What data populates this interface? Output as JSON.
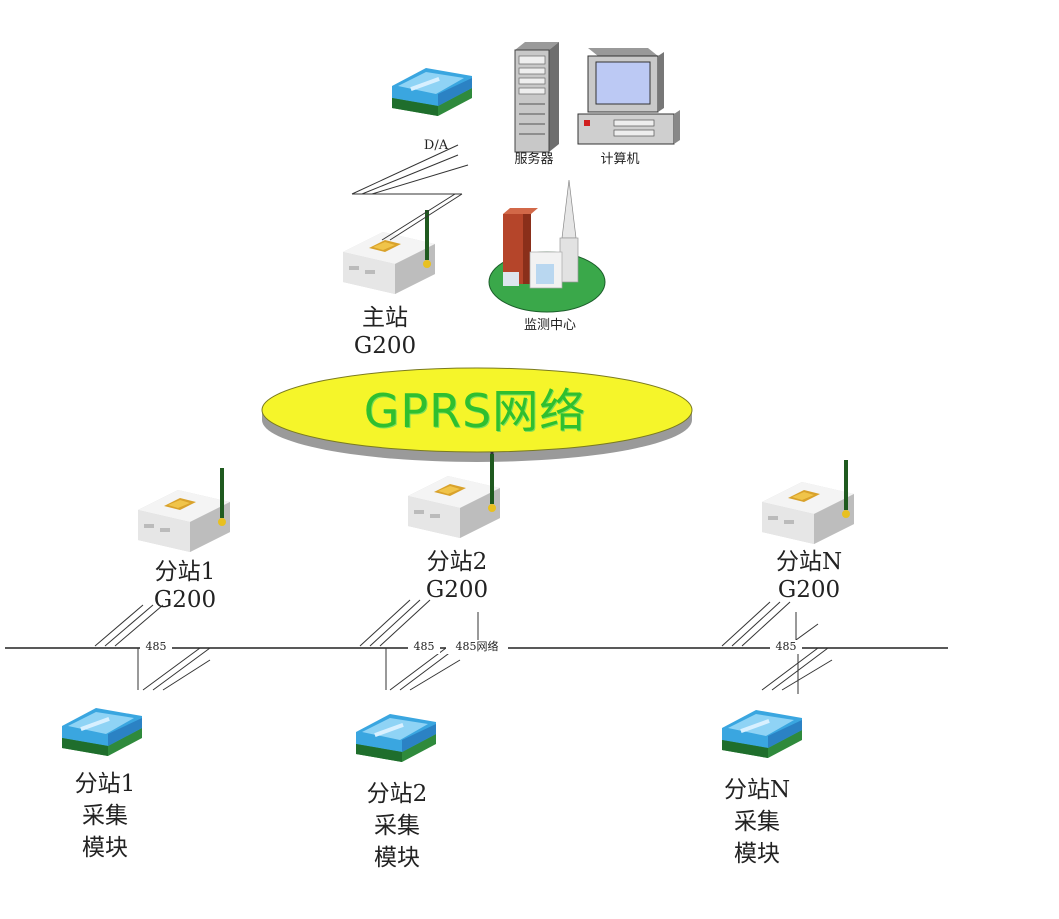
{
  "network": {
    "name": "GPRS网络"
  },
  "monitoring_center": {
    "label": "监测中心",
    "server_label": "服务器",
    "computer_label": "计算机"
  },
  "master_station": {
    "line1": "主站",
    "line2": "G200",
    "da_label": "D/A"
  },
  "substations": [
    {
      "line1": "分站1",
      "line2": "G200"
    },
    {
      "line1": "分站2",
      "line2": "G200"
    },
    {
      "line1": "分站N",
      "line2": "G200"
    }
  ],
  "modules": [
    {
      "line1": "分站1",
      "line2": "采集",
      "line3": "模块"
    },
    {
      "line1": "分站2",
      "line2": "采集",
      "line3": "模块"
    },
    {
      "line1": "分站N",
      "line2": "采集",
      "line3": "模块"
    }
  ],
  "bus": {
    "label": "485网络",
    "port_labels": [
      "485",
      "485",
      "485"
    ]
  },
  "colors": {
    "ellipse_fill": "#f5f52a",
    "ellipse_shadow": "#9a9a9a",
    "gprs_text": "#2fbf2f",
    "module_blue": "#3aa6e0",
    "module_green": "#3c9a4a",
    "device_body": "#eeeeee",
    "antenna": "#2a6a2a",
    "platform": "#3aa84a"
  }
}
